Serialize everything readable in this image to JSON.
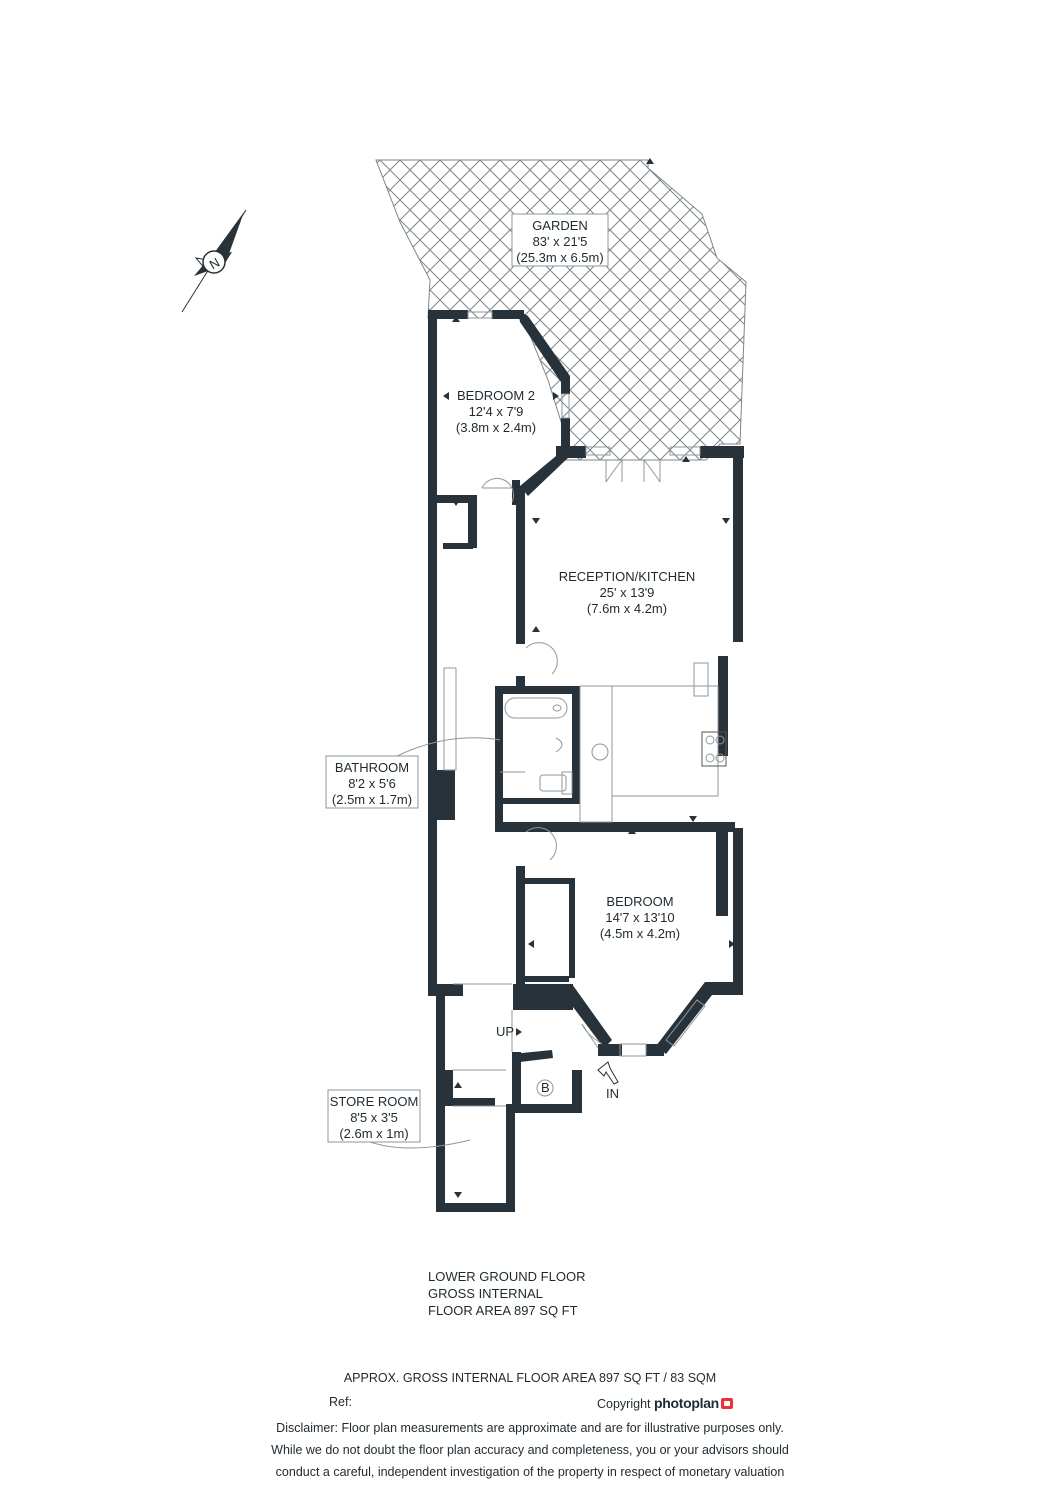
{
  "compass": {
    "label": "N"
  },
  "rooms": {
    "garden": {
      "name": "GARDEN",
      "size_imperial": "83' x 21'5",
      "size_metric": "(25.3m x 6.5m)"
    },
    "bedroom2": {
      "name": "BEDROOM 2",
      "size_imperial": "12'4 x 7'9",
      "size_metric": "(3.8m x 2.4m)"
    },
    "reception": {
      "name": "RECEPTION/KITCHEN",
      "size_imperial": "25' x 13'9",
      "size_metric": "(7.6m x 4.2m)"
    },
    "bathroom": {
      "name": "BATHROOM",
      "size_imperial": "8'2 x 5'6",
      "size_metric": "(2.5m x 1.7m)"
    },
    "bedroom": {
      "name": "BEDROOM",
      "size_imperial": "14'7 x 13'10",
      "size_metric": "(4.5m x 4.2m)"
    },
    "store": {
      "name": "STORE ROOM",
      "size_imperial": "8'5 x 3'5",
      "size_metric": "(2.6m x 1m)"
    }
  },
  "markers": {
    "up": "UP",
    "in": "IN",
    "boiler": "B"
  },
  "floor_info": {
    "line1": "LOWER GROUND FLOOR",
    "line2": "GROSS INTERNAL",
    "line3": "FLOOR AREA 897 SQ FT"
  },
  "footer": {
    "area": "APPROX. GROSS INTERNAL FLOOR AREA 897 SQ FT / 83 SQM",
    "ref_label": "Ref:",
    "copyright_label": "Copyright",
    "brand": "photoplan",
    "disclaimer_1": "Disclaimer: Floor plan measurements are approximate and are for illustrative purposes only.",
    "disclaimer_2": "While we do not doubt the floor plan accuracy and completeness, you or your advisors should",
    "disclaimer_3": "conduct a careful, independent investigation of the property in respect of monetary valuation"
  },
  "colors": {
    "wall": "#27323a",
    "line": "#8f979c",
    "text": "#1f2a30"
  }
}
